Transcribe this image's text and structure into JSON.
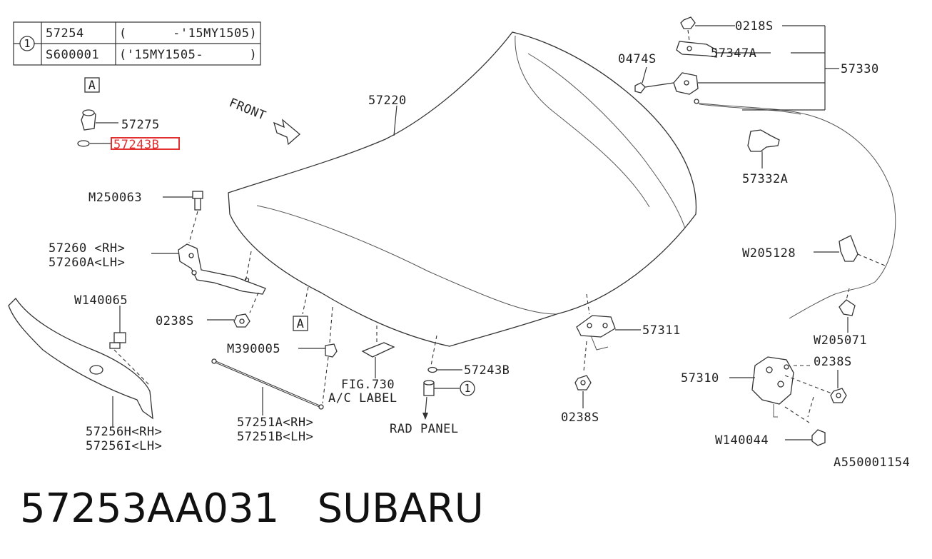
{
  "reference_table": {
    "marker": "1",
    "rows": [
      {
        "part": "57254",
        "range": "(      -'15MY1505)"
      },
      {
        "part": "S600001",
        "range": "('15MY1505-      )"
      }
    ]
  },
  "front_label": "FRONT",
  "callout_letter": "A",
  "part_labels": {
    "p57220": "57220",
    "p57275": "57275",
    "p57243B_highlight": "57243B",
    "pM250063": "M250063",
    "p57260_rh": "57260 <RH>",
    "p57260A_lh": "57260A<LH>",
    "pW140065": "W140065",
    "p0238S_left": "0238S",
    "pM390005": "M390005",
    "p57256H": "57256H<RH>",
    "p57256I": "57256I<LH>",
    "p57251A": "57251A<RH>",
    "p57251B": "57251B<LH>",
    "fig730": "FIG.730",
    "ac_label": "A/C LABEL",
    "p57243B": "57243B",
    "ref1": "1",
    "rad_panel": "RAD PANEL",
    "p0218S": "0218S",
    "p0474S": "0474S",
    "p57347A": "57347A",
    "p57330": "57330",
    "p57332A": "57332A",
    "pW205128": "W205128",
    "p57311": "57311",
    "pW205071": "W205071",
    "p0238S_center": "0238S",
    "p57310": "57310",
    "p0238S_right": "0238S",
    "pW140044": "W140044",
    "diagram_id": "A550001154"
  },
  "footer": {
    "part_number": "57253AA031",
    "brand": "SUBARU"
  },
  "colors": {
    "highlight": "#e23030",
    "ink": "#222222"
  }
}
